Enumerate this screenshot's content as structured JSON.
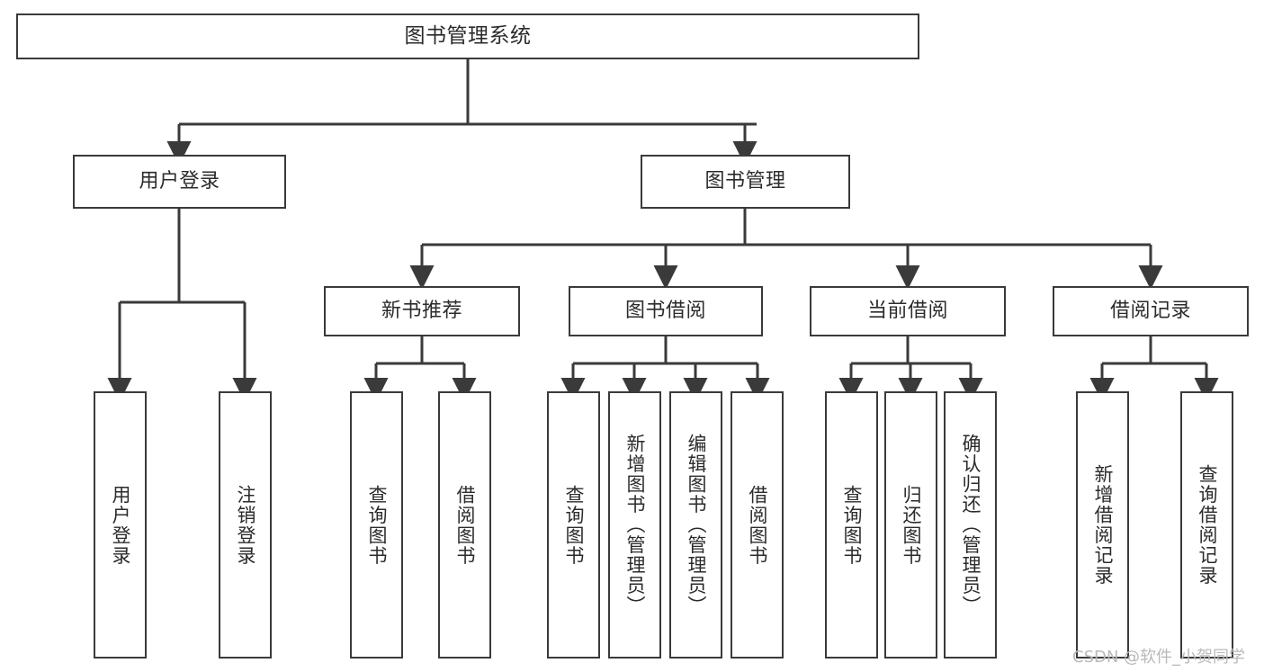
{
  "diagram": {
    "type": "tree-hierarchy-chart",
    "title": "图书管理系统",
    "stroke_color": "#3a3a3a",
    "text_color": "#2b2b2b",
    "background_color": "#ffffff",
    "watermark": "CSDN @软件_小贺同学",
    "root": {
      "label": "图书管理系统",
      "level": 0
    },
    "level1": [
      {
        "label": "用户登录"
      },
      {
        "label": "图书管理"
      }
    ],
    "level2": [
      {
        "label": "新书推荐"
      },
      {
        "label": "图书借阅"
      },
      {
        "label": "当前借阅"
      },
      {
        "label": "借阅记录"
      }
    ],
    "leaves": {
      "user_login": [
        {
          "label": "用户登录"
        },
        {
          "label": "注销登录"
        }
      ],
      "new_book_recommend": [
        {
          "label": "查询图书"
        },
        {
          "label": "借阅图书"
        }
      ],
      "book_borrow": [
        {
          "label": "查询图书"
        },
        {
          "label": "新增图书（管理员）"
        },
        {
          "label": "编辑图书（管理员）"
        },
        {
          "label": "借阅图书"
        }
      ],
      "current_borrow": [
        {
          "label": "查询图书"
        },
        {
          "label": "归还图书"
        },
        {
          "label": "确认归还（管理员）"
        }
      ],
      "borrow_record": [
        {
          "label": "新增借阅记录"
        },
        {
          "label": "查询借阅记录"
        }
      ]
    }
  }
}
